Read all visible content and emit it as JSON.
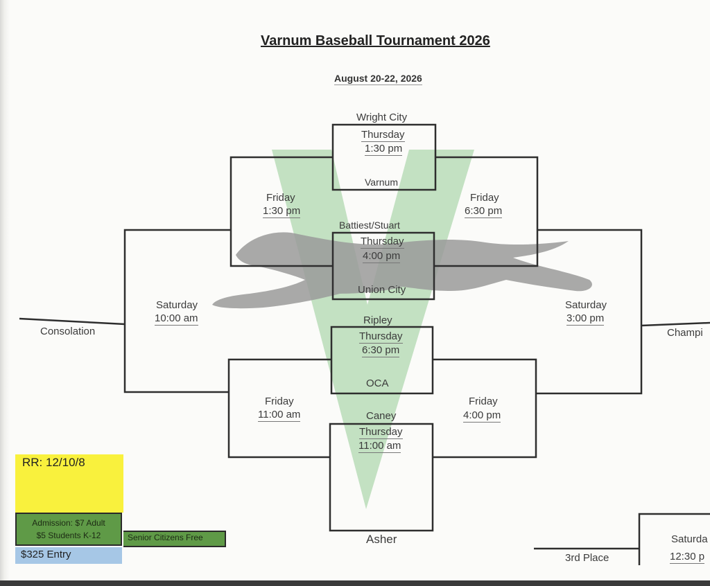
{
  "title": "Varnum Baseball Tournament 2026",
  "dates": "August 20-22, 2026",
  "first_round": [
    {
      "top_team": "Wright City",
      "day": "Thursday",
      "time": "1:30 pm",
      "bottom_team": "Varnum"
    },
    {
      "top_team": "Battiest/Stuart",
      "day": "Thursday",
      "time": "4:00 pm",
      "bottom_team": "Union City"
    },
    {
      "top_team": "Ripley",
      "day": "Thursday",
      "time": "6:30 pm",
      "bottom_team": "OCA"
    },
    {
      "top_team": "Caney",
      "day": "Thursday",
      "time": "11:00 am",
      "bottom_team": "Asher"
    }
  ],
  "second_round": {
    "left_top": {
      "day": "Friday",
      "time": "1:30 pm"
    },
    "right_top": {
      "day": "Friday",
      "time": "6:30 pm"
    },
    "left_bottom": {
      "day": "Friday",
      "time": "11:00 am"
    },
    "right_bottom": {
      "day": "Friday",
      "time": "4:00 pm"
    }
  },
  "finals": {
    "consolation": {
      "day": "Saturday",
      "time": "10:00 am",
      "label": "Consolation"
    },
    "championship": {
      "day": "Saturday",
      "time": "3:00 pm",
      "label": "Champi"
    },
    "third_place": {
      "label": "3rd Place",
      "day": "Saturda",
      "time": "12:30 p"
    }
  },
  "info": {
    "rr": "RR: 12/10/8",
    "admission_line1": "Admission: $7 Adult",
    "admission_line2": "$5 Students K-12",
    "seniors": "Senior Citizens Free",
    "entry": "$325 Entry"
  },
  "colors": {
    "logo_green": "#b9dcb9",
    "yellow": "#f9f13d",
    "green": "#5f9a47",
    "blue": "#a6c7e6"
  },
  "icons": {
    "logo": "varnum-v-greyhound-logo"
  }
}
